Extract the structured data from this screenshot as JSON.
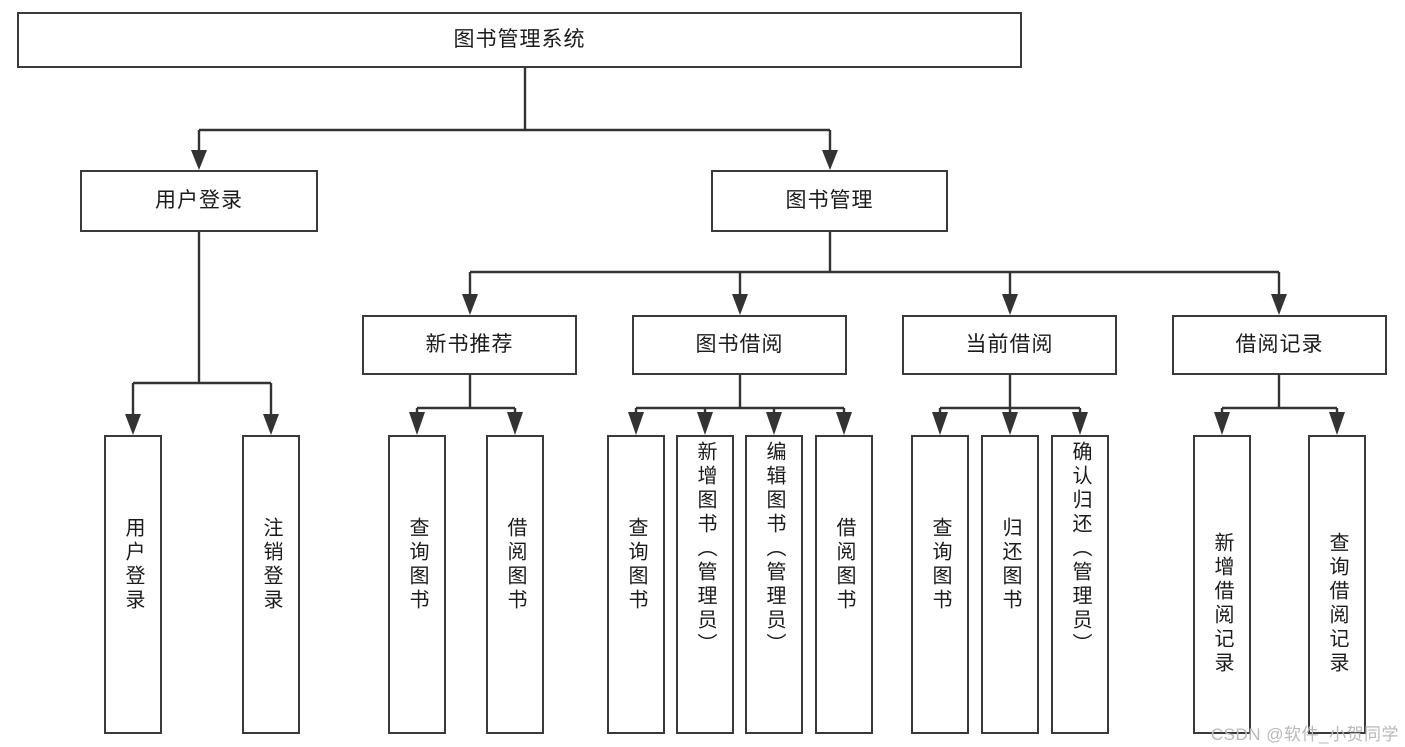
{
  "diagram": {
    "title": "图书管理系统",
    "type": "tree-hierarchy-chart",
    "root": {
      "id": "root",
      "label": "图书管理系统"
    },
    "level2": [
      {
        "id": "user-login",
        "label": "用户登录"
      },
      {
        "id": "book-manage",
        "label": "图书管理"
      }
    ],
    "level3": [
      {
        "id": "new-book-recommend",
        "label": "新书推荐",
        "parent": "book-manage"
      },
      {
        "id": "book-borrow",
        "label": "图书借阅",
        "parent": "book-manage"
      },
      {
        "id": "current-borrow",
        "label": "当前借阅",
        "parent": "book-manage"
      },
      {
        "id": "borrow-record",
        "label": "借阅记录",
        "parent": "book-manage"
      }
    ],
    "leaves": [
      {
        "id": "leaf-user-login",
        "label": "用户登录",
        "parent": "user-login"
      },
      {
        "id": "leaf-user-logout",
        "label": "注销登录",
        "parent": "user-login"
      },
      {
        "id": "leaf-query-book-1",
        "label": "查询图书",
        "parent": "new-book-recommend"
      },
      {
        "id": "leaf-borrow-book-1",
        "label": "借阅图书",
        "parent": "new-book-recommend"
      },
      {
        "id": "leaf-query-book-2",
        "label": "查询图书",
        "parent": "book-borrow"
      },
      {
        "id": "leaf-add-book",
        "label": "新增图书（管理员）",
        "parent": "book-borrow"
      },
      {
        "id": "leaf-edit-book",
        "label": "编辑图书（管理员）",
        "parent": "book-borrow"
      },
      {
        "id": "leaf-borrow-book-2",
        "label": "借阅图书",
        "parent": "book-borrow"
      },
      {
        "id": "leaf-query-book-3",
        "label": "查询图书",
        "parent": "current-borrow"
      },
      {
        "id": "leaf-return-book",
        "label": "归还图书",
        "parent": "current-borrow"
      },
      {
        "id": "leaf-confirm-return",
        "label": "确认归还（管理员）",
        "parent": "current-borrow"
      },
      {
        "id": "leaf-add-record",
        "label": "新增借阅记录",
        "parent": "borrow-record"
      },
      {
        "id": "leaf-query-record",
        "label": "查询借阅记录",
        "parent": "borrow-record"
      }
    ],
    "watermark": "CSDN @软件_小贺同学",
    "colors": {
      "background": "#ffffff",
      "box_border": "#3a3a3a",
      "connector": "#333333",
      "text": "#1b1b1b",
      "watermark": "#b9b9b9"
    }
  }
}
